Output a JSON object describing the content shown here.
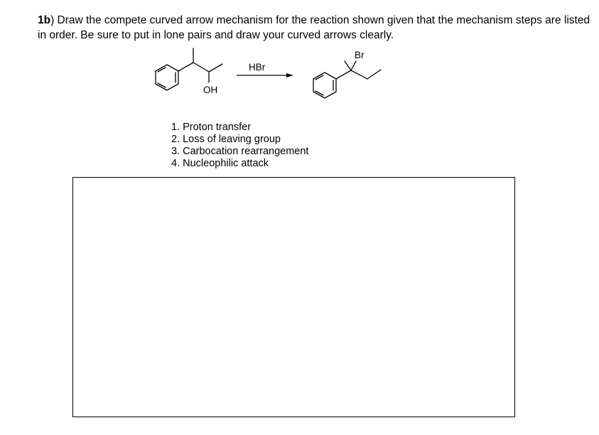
{
  "question": {
    "number": "1b",
    "text": ") Draw the compete curved arrow mechanism for the reaction shown given that the mechanism steps are listed in order. Be sure to put in lone pairs and draw your curved arrows clearly."
  },
  "reaction": {
    "reagent": "HBr",
    "reactant_label": "OH",
    "product_label": "Br"
  },
  "steps": [
    {
      "text": "1. Proton transfer"
    },
    {
      "text": "2. Loss of leaving group"
    },
    {
      "text": "3. Carbocation rearrangement"
    },
    {
      "text": "4. Nucleophilic attack"
    }
  ]
}
